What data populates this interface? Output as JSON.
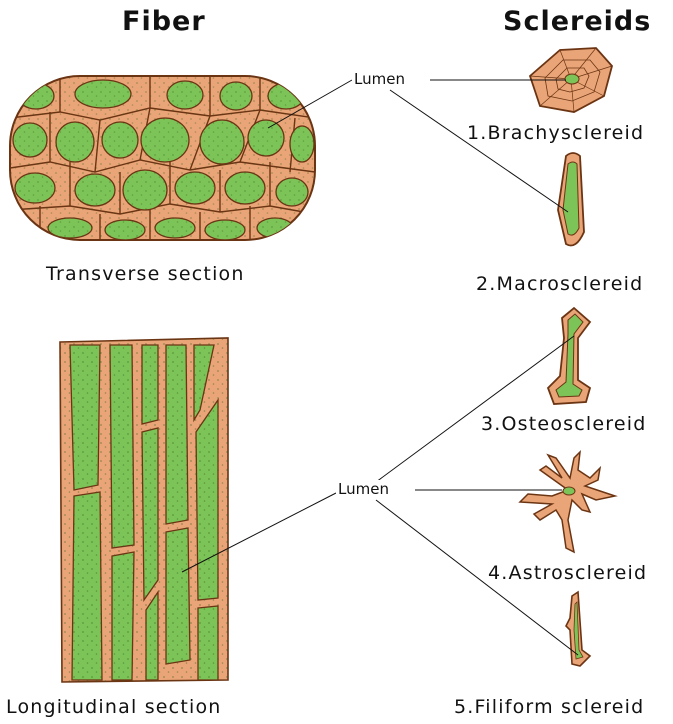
{
  "titles": {
    "fiber": "Fiber",
    "sclereids": "Sclereids"
  },
  "fiber": {
    "transverse_label": "Transverse section",
    "longitudinal_label": "Longitudinal section"
  },
  "lumen_labels": {
    "top": "Lumen",
    "bottom": "Lumen"
  },
  "sclereids": [
    {
      "label": "1.Brachysclereid"
    },
    {
      "label": "2.Macrosclereid"
    },
    {
      "label": "3.Osteosclereid"
    },
    {
      "label": "4.Astrosclereid"
    },
    {
      "label": "5.Filiform sclereid"
    }
  ],
  "colors": {
    "wall": "#e9a577",
    "outline": "#6b3413",
    "lumen": "#7cc457",
    "dots": "#2f5e1f"
  }
}
